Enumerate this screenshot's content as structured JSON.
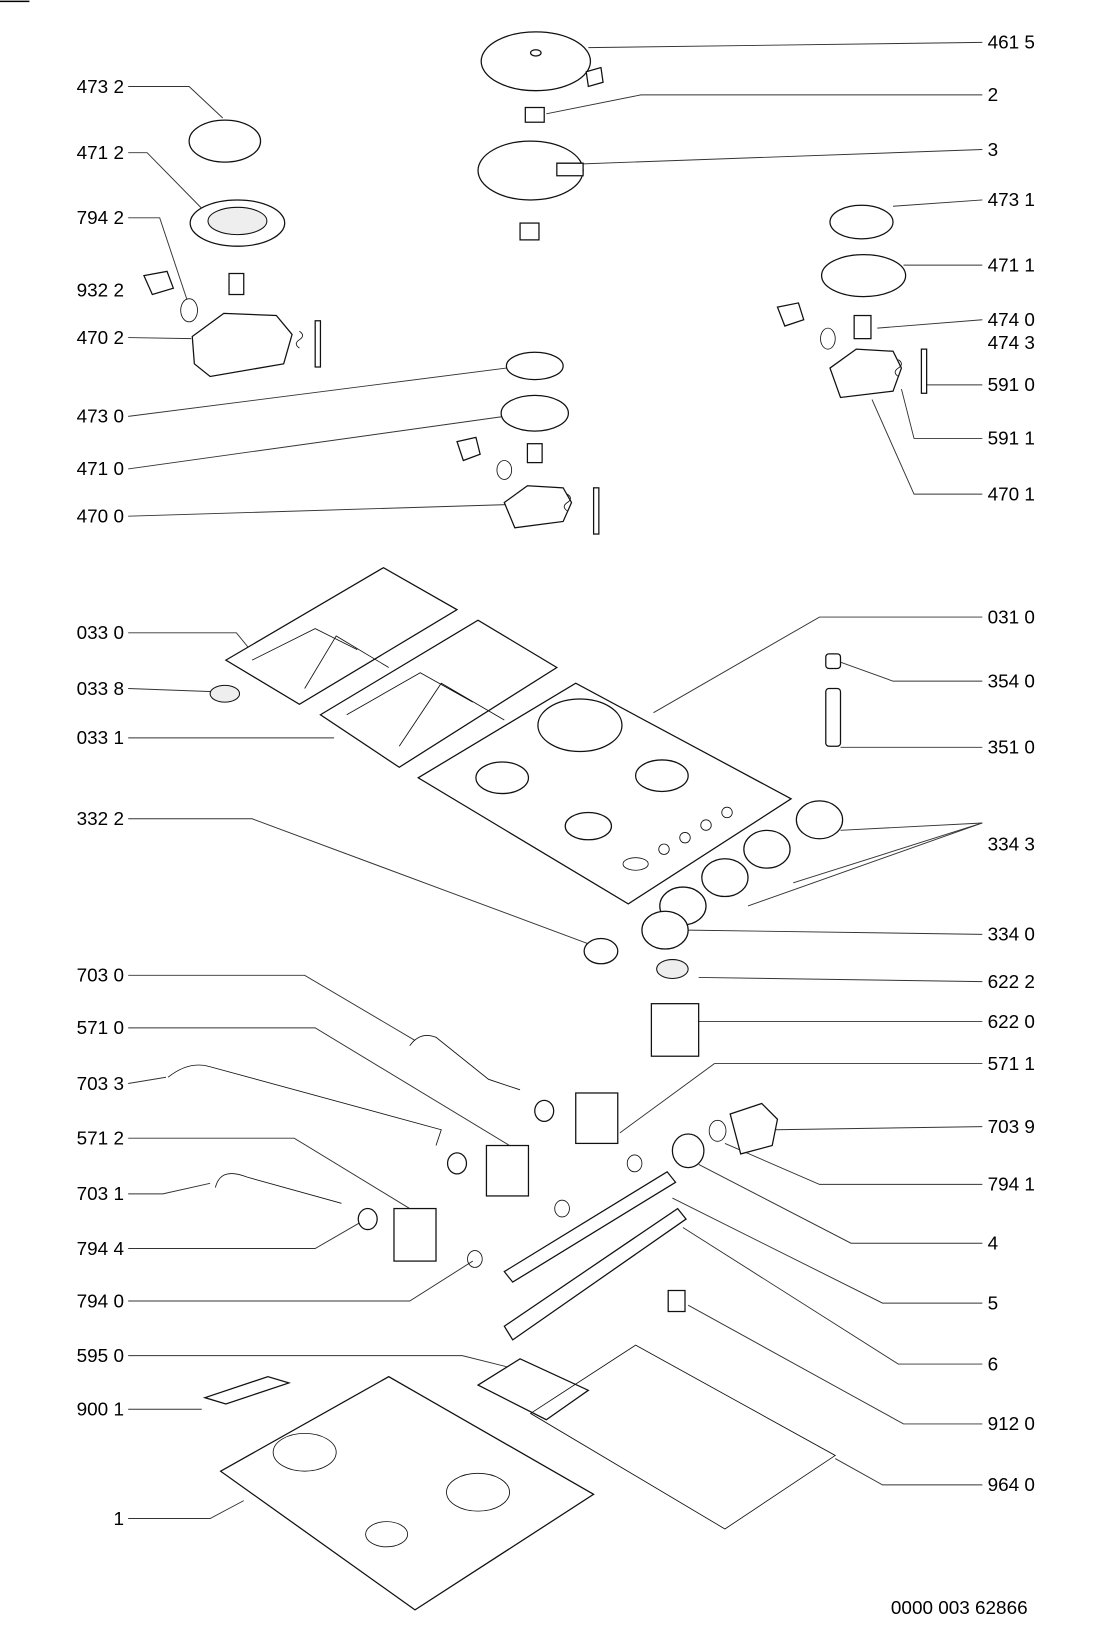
{
  "diagram": {
    "type": "exploded parts diagram",
    "left_labels": [
      "473 2",
      "471 2",
      "794 2",
      "932 2",
      "470 2",
      "473 0",
      "471 0",
      "470 0",
      "033 0",
      "033 8",
      "033 1",
      "332 2",
      "703 0",
      "571 0",
      "703 3",
      "571 2",
      "703 1",
      "794 4",
      "794 0",
      "595 0",
      "900 1",
      "1"
    ],
    "right_labels": [
      "461 5",
      "2",
      "3",
      "473 1",
      "471 1",
      "474 0",
      "474 3",
      "591 0",
      "591 1",
      "470 1",
      "031 0",
      "354 0",
      "351 0",
      "334 3",
      "334 0",
      "622 2",
      "622 0",
      "571 1",
      "703 9",
      "794 1",
      "4",
      "5",
      "6",
      "912 0",
      "964 0"
    ],
    "footer_code": "0000 003 62866"
  }
}
